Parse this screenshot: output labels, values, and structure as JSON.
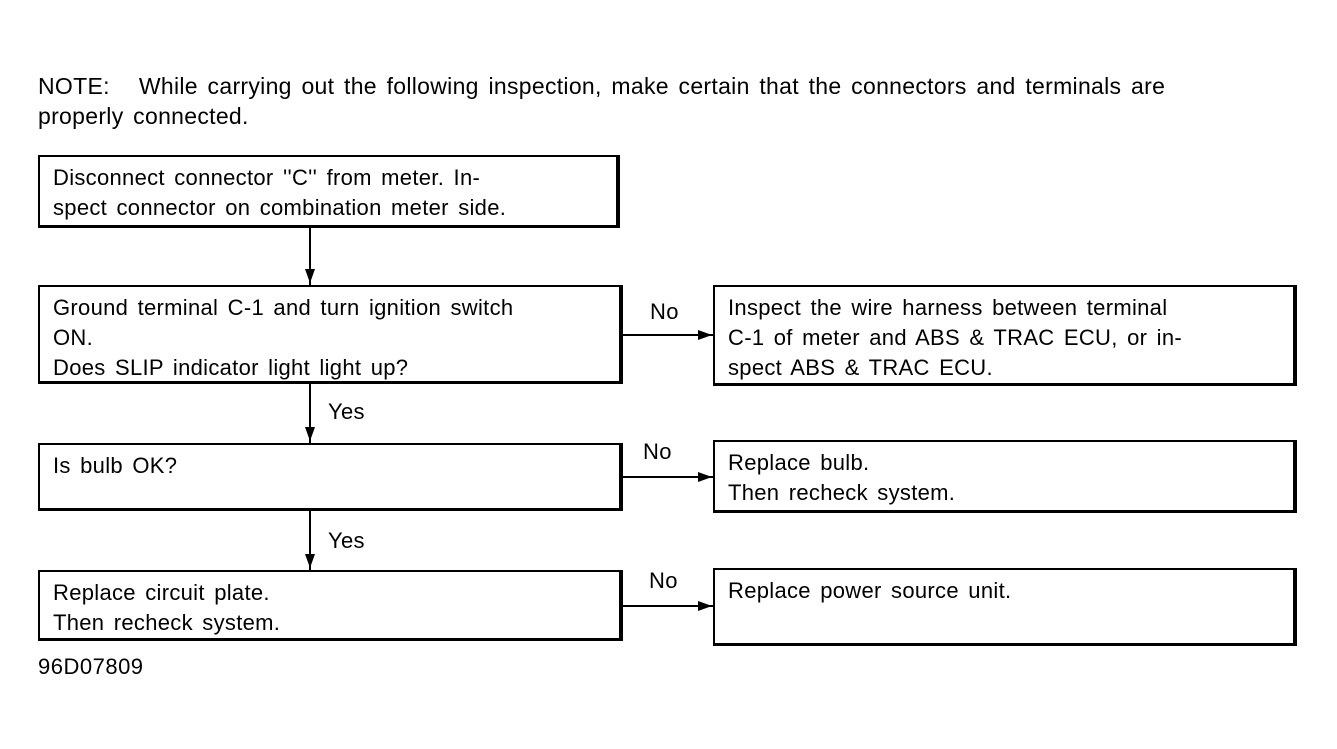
{
  "note": {
    "text": "NOTE:   While carrying out the following inspection, make certain that the connectors and terminals are\nproperly connected."
  },
  "flowchart": {
    "boxes": {
      "step1": "Disconnect connector ''C'' from meter. In-\nspect connector on combination meter side.",
      "step2": "Ground terminal C-1 and turn ignition switch\nON.\nDoes SLIP indicator light light up?",
      "step3": "Is bulb OK?",
      "step4": "Replace circuit plate.\nThen recheck system.",
      "result1": "Inspect the wire harness between terminal\nC-1 of meter and ABS & TRAC ECU, or in-\nspect ABS & TRAC ECU.",
      "result2": "Replace bulb.\nThen recheck system.",
      "result3": "Replace power source unit."
    },
    "labels": {
      "yes1": "Yes",
      "yes2": "Yes",
      "no1": "No",
      "no2": "No",
      "no3": "No"
    }
  },
  "figure_code": "96D07809",
  "colors": {
    "ink": "#000000",
    "paper": "#ffffff"
  }
}
